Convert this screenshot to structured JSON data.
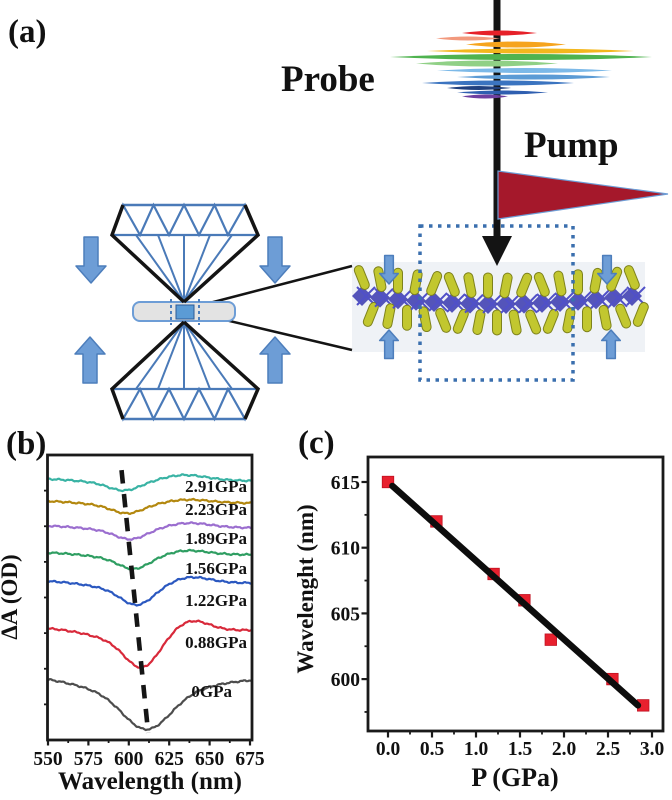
{
  "figure": {
    "panel_a": {
      "label": "(a)",
      "probe_label": "Probe",
      "pump_label": "Pump"
    },
    "panel_b": {
      "label": "(b)"
    },
    "panel_c": {
      "label": "(c)"
    }
  },
  "colors": {
    "pump_red": "#a5182b",
    "arrow_blue": "#6d9dd6",
    "arrow_edge": "#4d7ebc",
    "dac_blue": "#4a7ab8",
    "outline_black": "#141414",
    "dotted_box_blue": "#3a6fae",
    "band_bg": "#eff2f6",
    "molecule_yellow": "#c2c72f",
    "molecule_blue": "#4343b4",
    "marker_red": "#e8202e",
    "fit_black": "#0d0d0d"
  },
  "chart_data": [
    {
      "id": "spectra",
      "panel": "b",
      "type": "line",
      "title": "",
      "xlabel": "Wavelength (nm)",
      "ylabel": "ΔA (OD)",
      "xlim": [
        550,
        677
      ],
      "xticks": [
        550,
        575,
        600,
        625,
        650,
        675
      ],
      "xtick_labels": [
        "550",
        "575",
        "600",
        "625",
        "650",
        "675"
      ],
      "y_axis_note": "stacked transient-absorption spectra, arbitrary vertical offsets",
      "dashed_guide_nm": {
        "top_nm": 595.5,
        "top_frac": 0.053,
        "bottom_nm": 612,
        "bottom_frac": 0.975
      },
      "series": [
        {
          "label": "2.91GPa",
          "color": "#39b3a4",
          "offset_frac": 0.082,
          "dip_nm": 597,
          "dip_depth_frac": 0.04,
          "dip_sigma_nm": 9,
          "bump_nm": 633,
          "bump_frac": 0.022,
          "bump_sigma_nm": 14,
          "label_y_frac": 0.109,
          "label_x": 247
        },
        {
          "label": "2.23GPa",
          "color": "#b3880f",
          "offset_frac": 0.16,
          "dip_nm": 599,
          "dip_depth_frac": 0.042,
          "dip_sigma_nm": 9,
          "bump_nm": 634,
          "bump_frac": 0.014,
          "bump_sigma_nm": 14,
          "label_y_frac": 0.189,
          "label_x": 247
        },
        {
          "label": "1.89GPa",
          "color": "#9b6ecf",
          "offset_frac": 0.247,
          "dip_nm": 601,
          "dip_depth_frac": 0.046,
          "dip_sigma_nm": 9,
          "bump_nm": 635,
          "bump_frac": 0.02,
          "bump_sigma_nm": 14,
          "label_y_frac": 0.291,
          "label_x": 247
        },
        {
          "label": "1.56GPa",
          "color": "#2f9e62",
          "offset_frac": 0.341,
          "dip_nm": 603,
          "dip_depth_frac": 0.056,
          "dip_sigma_nm": 9,
          "bump_nm": 634,
          "bump_frac": 0.02,
          "bump_sigma_nm": 13,
          "label_y_frac": 0.396,
          "label_x": 247
        },
        {
          "label": "1.22GPa",
          "color": "#2b58c0",
          "offset_frac": 0.44,
          "dip_nm": 605,
          "dip_depth_frac": 0.084,
          "dip_sigma_nm": 9.5,
          "bump_nm": 636,
          "bump_frac": 0.031,
          "bump_sigma_nm": 13,
          "label_y_frac": 0.509,
          "label_x": 247
        },
        {
          "label": "0.88GPa",
          "color": "#d8293a",
          "offset_frac": 0.604,
          "dip_nm": 608,
          "dip_depth_frac": 0.14,
          "dip_sigma_nm": 10,
          "bump_nm": 637,
          "bump_frac": 0.056,
          "bump_sigma_nm": 12,
          "label_y_frac": 0.656,
          "label_x": 247
        },
        {
          "label": "0GPa",
          "color": "#4d4d4d",
          "offset_frac": 0.769,
          "dip_nm": 611,
          "dip_depth_frac": 0.19,
          "dip_sigma_nm": 14,
          "bump_nm": 652,
          "bump_frac": 0.007,
          "bump_sigma_nm": 18,
          "label_y_frac": 0.828,
          "label_x": 232
        }
      ]
    },
    {
      "id": "peak-shift",
      "panel": "c",
      "type": "scatter",
      "title": "",
      "xlabel": "P (GPa)",
      "ylabel": "Wavelenght (nm)",
      "x": [
        0.0,
        0.55,
        1.2,
        1.55,
        1.85,
        2.55,
        2.9
      ],
      "y": [
        615,
        612,
        608,
        606,
        603,
        600,
        598
      ],
      "fit_line": {
        "x1": 0.05,
        "y1": 614.7,
        "x2": 2.84,
        "y2": 598.0
      },
      "xticks": [
        0.0,
        0.5,
        1.0,
        1.5,
        2.0,
        2.5,
        3.0
      ],
      "xtick_labels": [
        "0.0",
        "0.5",
        "1.0",
        "1.5",
        "2.0",
        "2.5",
        "3.0"
      ],
      "yticks": [
        600,
        605,
        610,
        615
      ],
      "ytick_labels": [
        "600",
        "605",
        "610",
        "615"
      ],
      "xlim": [
        -0.23,
        3.12
      ],
      "ylim": [
        596,
        617
      ],
      "marker": "square",
      "marker_color": "#e8202e",
      "legend": []
    }
  ]
}
